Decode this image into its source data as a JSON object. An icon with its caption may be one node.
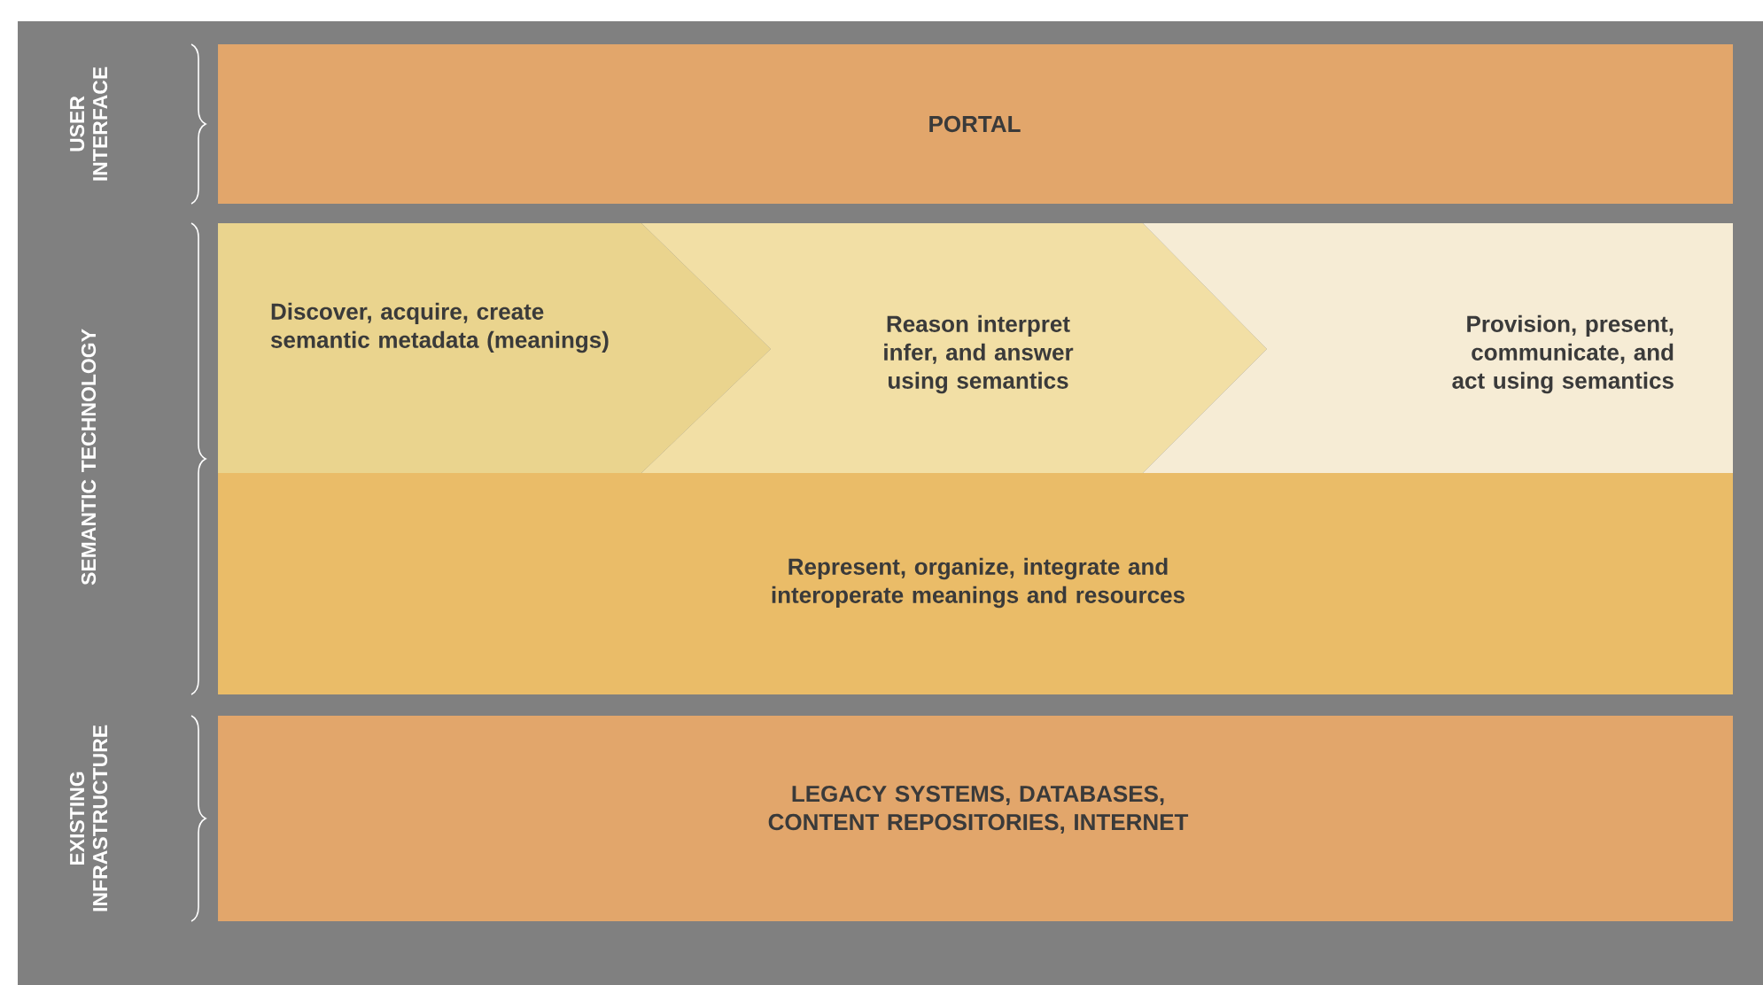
{
  "diagram": {
    "nodes": [
      {
        "text": [
          "PORTAL"
        ]
      },
      {
        "text": [
          "Discover, acquire, create semantic metadata (meanings)"
        ]
      },
      {
        "text": [
          "Reason interpret infer, and answer using semantics"
        ]
      },
      {
        "text": [
          "Provision, present, communicate, and act using semantics"
        ]
      },
      {
        "text": [
          "Represent, organize, integrate and interoperate meanings and resources"
        ]
      },
      {
        "text": [
          "LEGACY SYSTEMS, DATABASES, CONTENT REPOSITORIES, INTERNET"
        ]
      }
    ],
    "labels": [
      "USER INTERFACE",
      "SEMANTIC TECHNOLOGY",
      "EXISTING INFRASTRUCTURE"
    ]
  }
}
